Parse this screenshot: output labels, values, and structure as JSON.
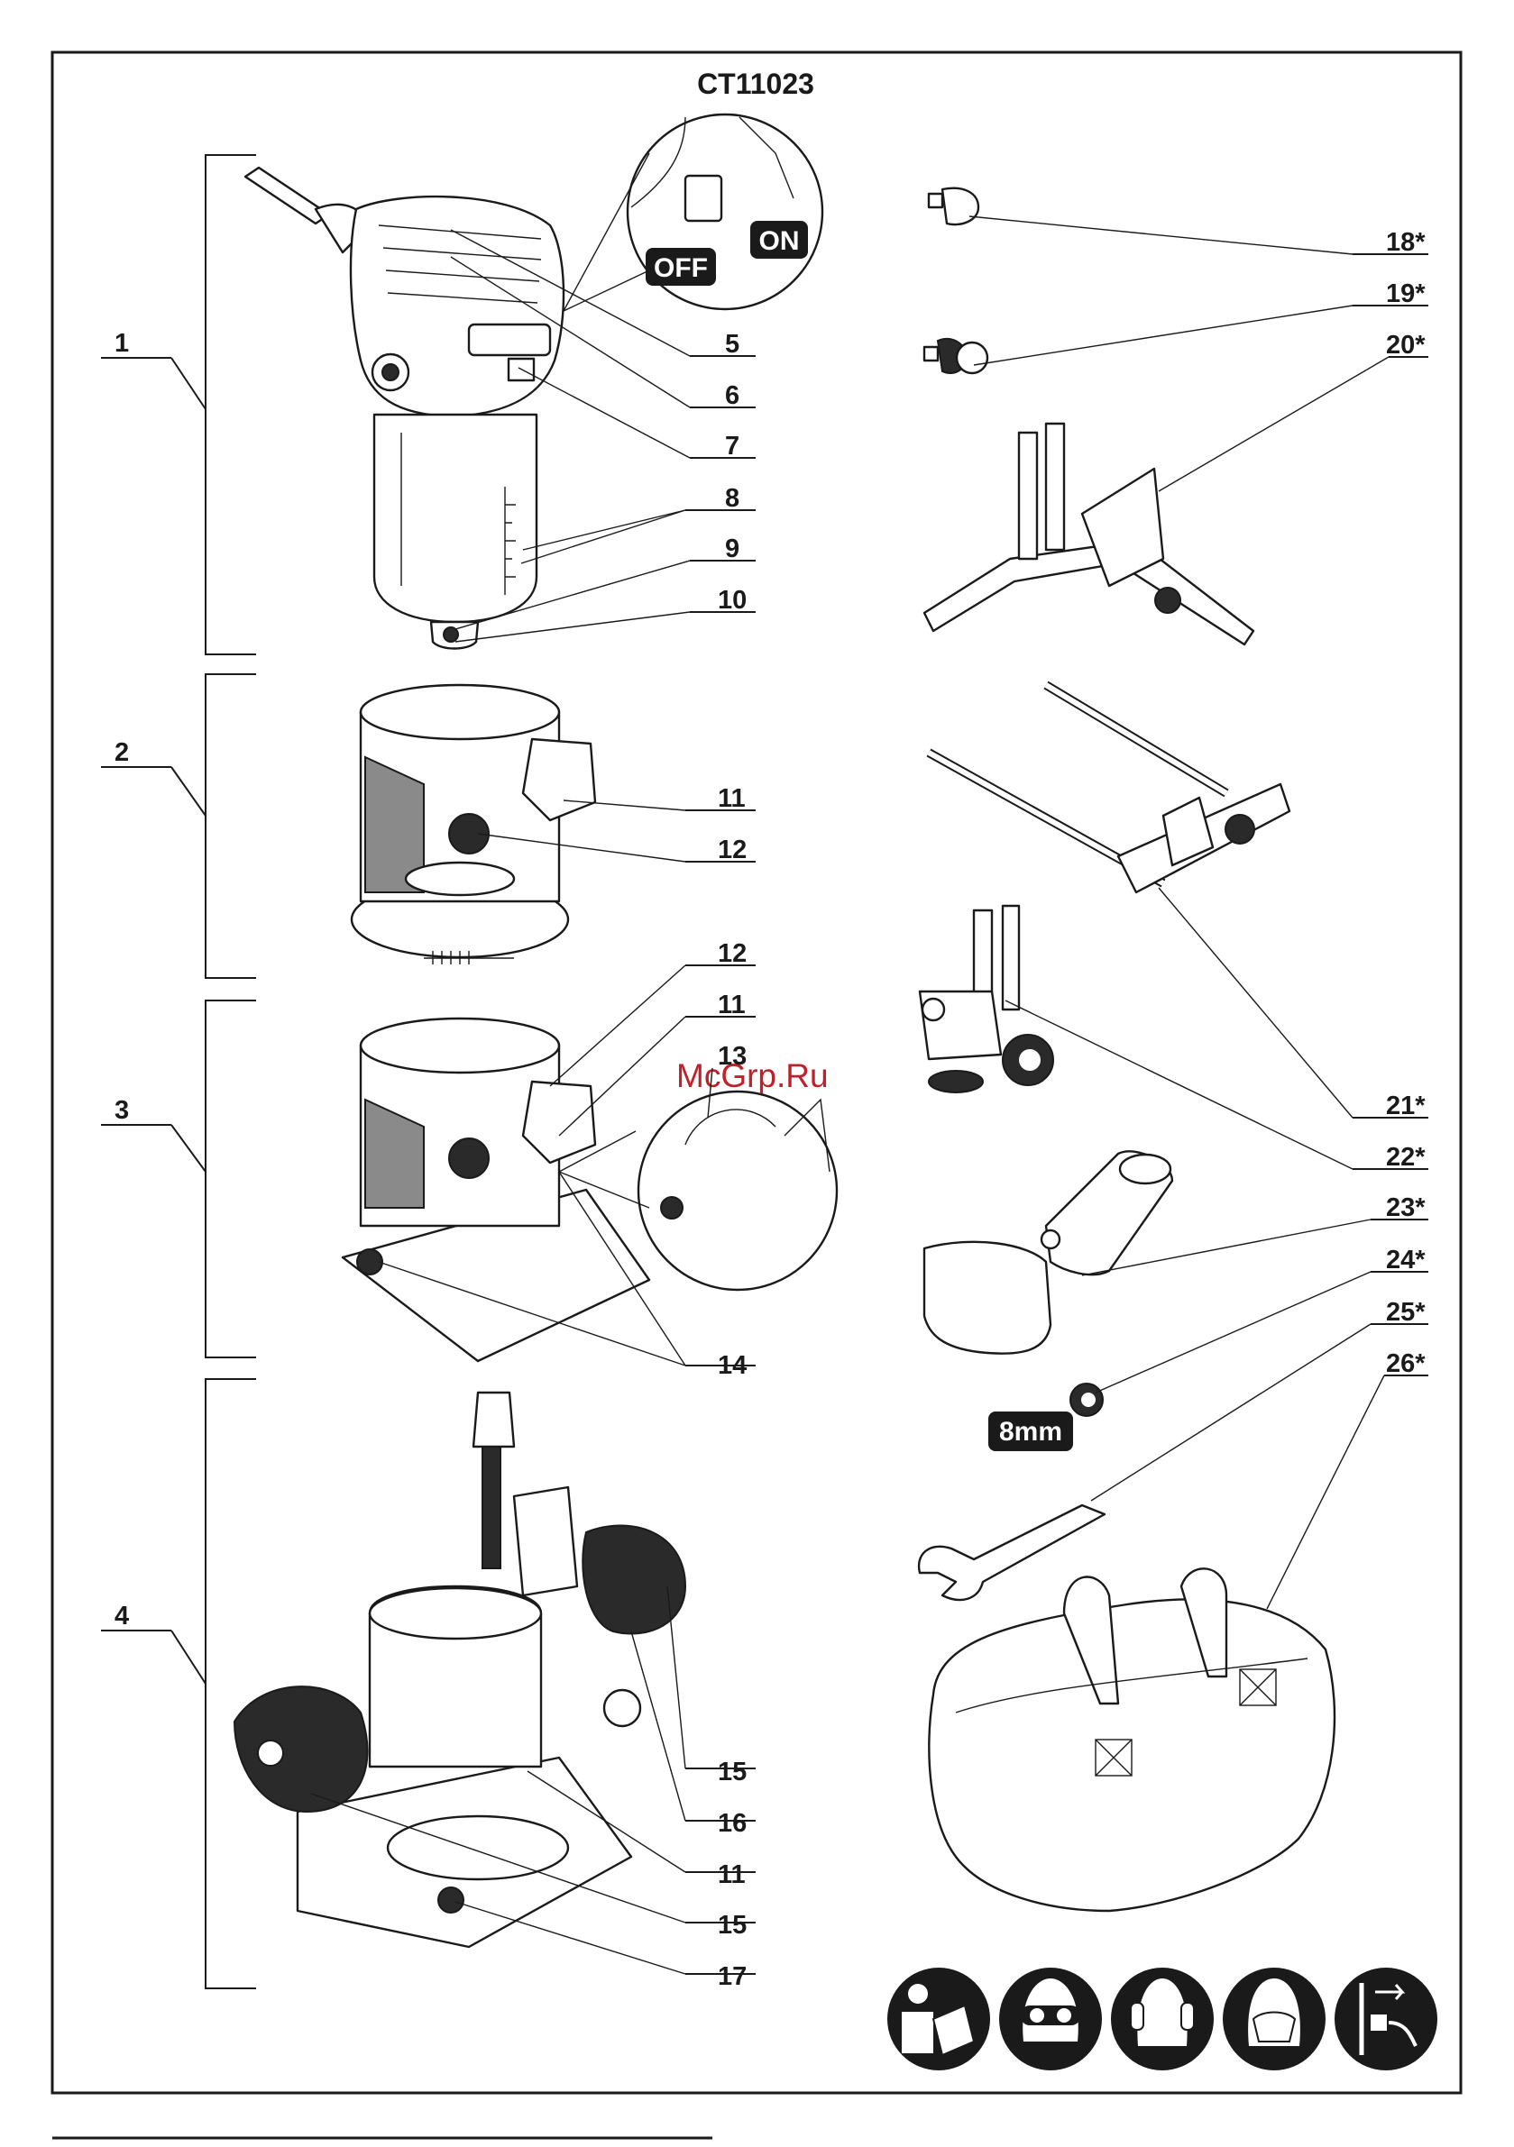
{
  "title": "CT11023",
  "watermark": "McGrp.Ru",
  "switch_labels": {
    "off": "OFF",
    "on": "ON"
  },
  "nut_size_label": "8mm",
  "group_labels": [
    "1",
    "2",
    "3",
    "4"
  ],
  "part_labels": {
    "p5": "5",
    "p6": "6",
    "p7": "7",
    "p8": "8",
    "p9": "9",
    "p10": "10",
    "p11a": "11",
    "p12a": "12",
    "p12b": "12",
    "p11b": "11",
    "p13": "13",
    "p14": "14",
    "p15a": "15",
    "p16": "16",
    "p11c": "11",
    "p15b": "15",
    "p17": "17",
    "p18": "18*",
    "p19": "19*",
    "p20": "20*",
    "p21": "21*",
    "p22": "22*",
    "p23": "23*",
    "p24": "24*",
    "p25": "25*",
    "p26": "26*"
  },
  "safety_icons": [
    "read-manual-icon",
    "safety-goggles-icon",
    "ear-protection-icon",
    "dust-mask-icon",
    "unplug-icon"
  ]
}
